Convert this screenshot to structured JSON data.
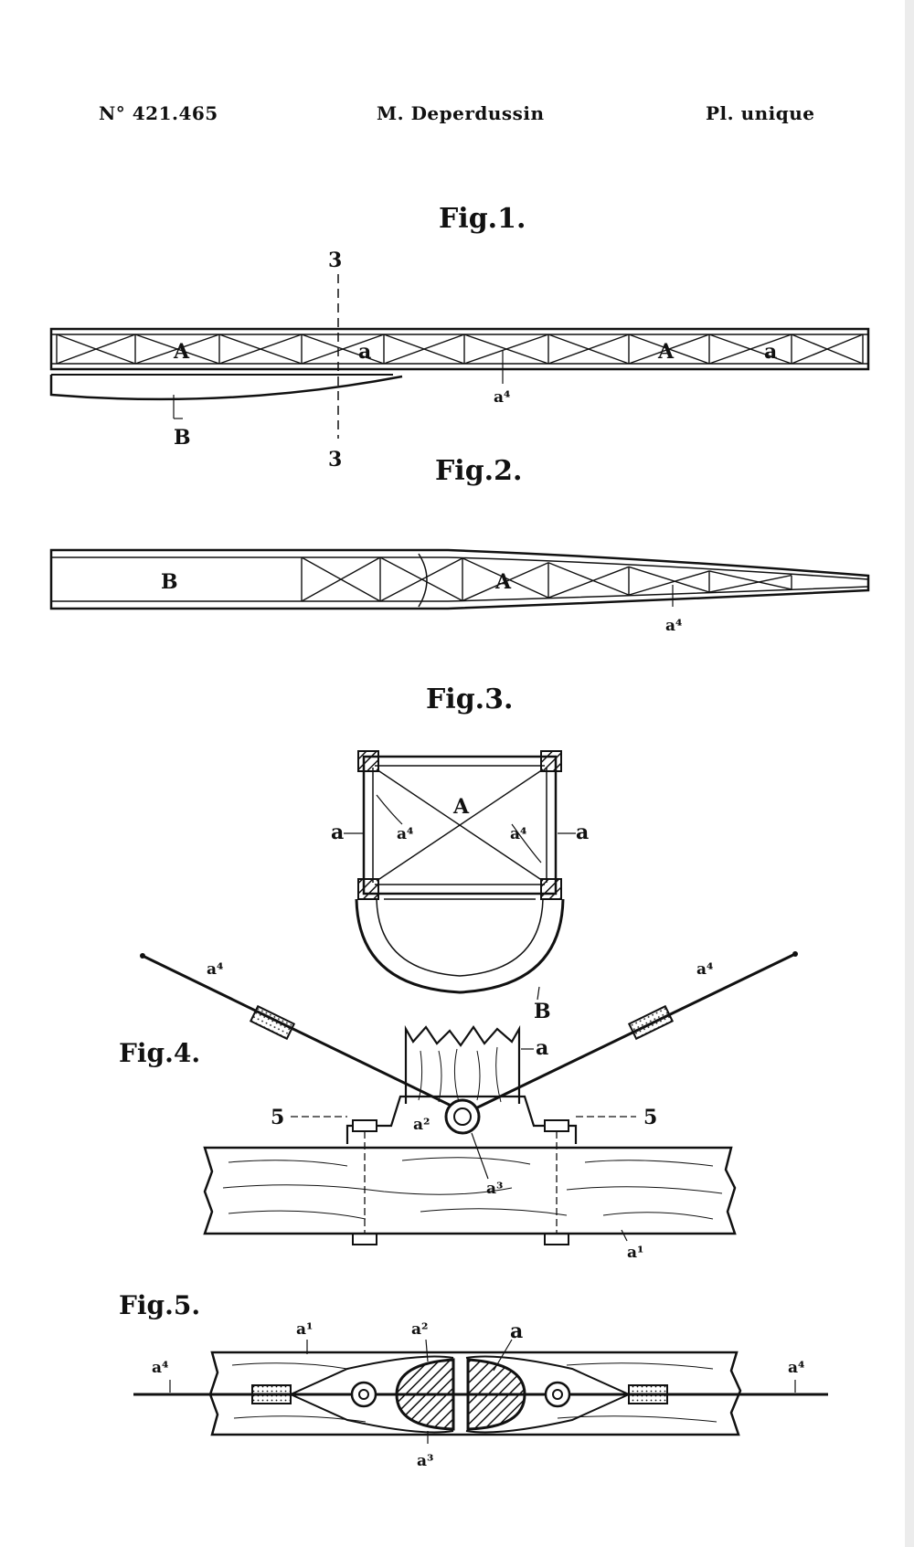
{
  "header": {
    "patent_number": "N° 421.465",
    "author": "M. Deperdussin",
    "plate": "Pl. unique"
  },
  "figures": {
    "fig1": {
      "title": "Fig.1.",
      "section_top": "3",
      "section_bottom": "3",
      "labels": {
        "A1": "A",
        "A2": "A",
        "a1": "a",
        "a2": "a",
        "a4": "a⁴",
        "B": "B"
      }
    },
    "fig2": {
      "title": "Fig.2.",
      "labels": {
        "B": "B",
        "A": "A",
        "a4": "a⁴"
      }
    },
    "fig3": {
      "title": "Fig.3.",
      "labels": {
        "A": "A",
        "a_left": "a",
        "a_right": "a",
        "a4_left": "a⁴",
        "a4_right": "a⁴",
        "B": "B"
      }
    },
    "fig4": {
      "title": "Fig.4.",
      "labels": {
        "a4_left": "a⁴",
        "a4_right": "a⁴",
        "a": "a",
        "a2": "a²",
        "a3": "a³",
        "a1": "a¹",
        "sec_left": "5",
        "sec_right": "5"
      }
    },
    "fig5": {
      "title": "Fig.5.",
      "labels": {
        "a4_left": "a⁴",
        "a1": "a¹",
        "a2": "a²",
        "a": "a",
        "a4_right": "a⁴",
        "a3": "a³"
      }
    }
  }
}
